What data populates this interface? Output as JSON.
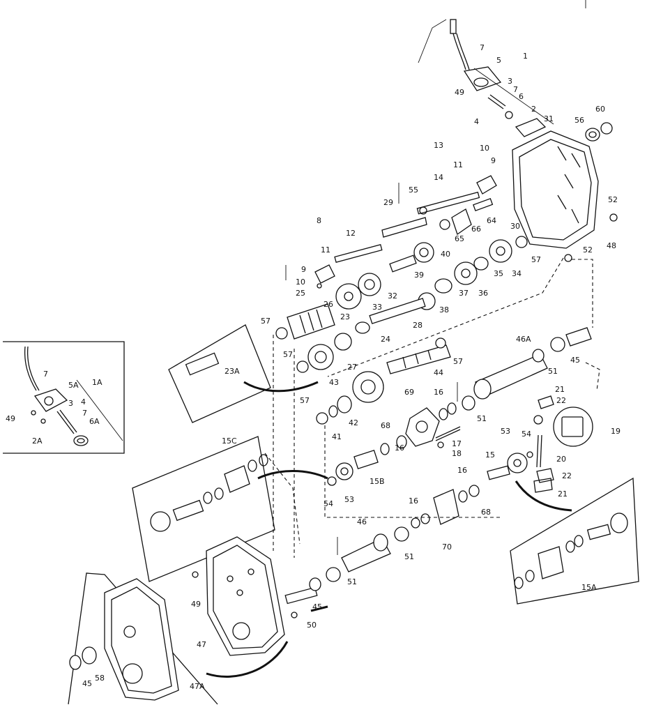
{
  "callouts": [
    {
      "id": "7",
      "label": "7"
    },
    {
      "id": "1",
      "label": "1"
    },
    {
      "id": "5",
      "label": "5"
    },
    {
      "id": "49a",
      "label": "49"
    },
    {
      "id": "3",
      "label": "3"
    },
    {
      "id": "7b",
      "label": "7"
    },
    {
      "id": "6",
      "label": "6"
    },
    {
      "id": "4",
      "label": "4"
    },
    {
      "id": "2",
      "label": "2"
    },
    {
      "id": "31",
      "label": "31"
    },
    {
      "id": "56",
      "label": "56"
    },
    {
      "id": "60",
      "label": "60"
    },
    {
      "id": "13",
      "label": "13"
    },
    {
      "id": "10a",
      "label": "10"
    },
    {
      "id": "9a",
      "label": "9"
    },
    {
      "id": "11a",
      "label": "11"
    },
    {
      "id": "14",
      "label": "14"
    },
    {
      "id": "55",
      "label": "55"
    },
    {
      "id": "29",
      "label": "29"
    },
    {
      "id": "64",
      "label": "64"
    },
    {
      "id": "66",
      "label": "66"
    },
    {
      "id": "65",
      "label": "65"
    },
    {
      "id": "30",
      "label": "30"
    },
    {
      "id": "52a",
      "label": "52"
    },
    {
      "id": "48",
      "label": "48"
    },
    {
      "id": "52b",
      "label": "52"
    },
    {
      "id": "8",
      "label": "8"
    },
    {
      "id": "12",
      "label": "12"
    },
    {
      "id": "40",
      "label": "40"
    },
    {
      "id": "11b",
      "label": "11"
    },
    {
      "id": "57a",
      "label": "57"
    },
    {
      "id": "9b",
      "label": "9"
    },
    {
      "id": "10b",
      "label": "10"
    },
    {
      "id": "39",
      "label": "39"
    },
    {
      "id": "35",
      "label": "35"
    },
    {
      "id": "34",
      "label": "34"
    },
    {
      "id": "25",
      "label": "25"
    },
    {
      "id": "32",
      "label": "32"
    },
    {
      "id": "37",
      "label": "37"
    },
    {
      "id": "36",
      "label": "36"
    },
    {
      "id": "26",
      "label": "26"
    },
    {
      "id": "33",
      "label": "33"
    },
    {
      "id": "38",
      "label": "38"
    },
    {
      "id": "57b",
      "label": "57"
    },
    {
      "id": "23",
      "label": "23"
    },
    {
      "id": "28",
      "label": "28"
    },
    {
      "id": "24",
      "label": "24"
    },
    {
      "id": "46A",
      "label": "46A"
    },
    {
      "id": "57c",
      "label": "57"
    },
    {
      "id": "57d",
      "label": "57"
    },
    {
      "id": "23A",
      "label": "23A"
    },
    {
      "id": "27",
      "label": "27"
    },
    {
      "id": "44",
      "label": "44"
    },
    {
      "id": "51a",
      "label": "51"
    },
    {
      "id": "45a",
      "label": "45"
    },
    {
      "id": "43",
      "label": "43"
    },
    {
      "id": "21a",
      "label": "21"
    },
    {
      "id": "22a",
      "label": "22"
    },
    {
      "id": "16a",
      "label": "16"
    },
    {
      "id": "69",
      "label": "69"
    },
    {
      "id": "57e",
      "label": "57"
    },
    {
      "id": "42",
      "label": "42"
    },
    {
      "id": "41",
      "label": "41"
    },
    {
      "id": "51b",
      "label": "51"
    },
    {
      "id": "19",
      "label": "19"
    },
    {
      "id": "68a",
      "label": "68"
    },
    {
      "id": "17",
      "label": "17"
    },
    {
      "id": "53a",
      "label": "53"
    },
    {
      "id": "54a",
      "label": "54"
    },
    {
      "id": "15C",
      "label": "15C"
    },
    {
      "id": "16b",
      "label": "16"
    },
    {
      "id": "18",
      "label": "18"
    },
    {
      "id": "20",
      "label": "20"
    },
    {
      "id": "15",
      "label": "15"
    },
    {
      "id": "15B",
      "label": "15B"
    },
    {
      "id": "22b",
      "label": "22"
    },
    {
      "id": "54b",
      "label": "54"
    },
    {
      "id": "53b",
      "label": "53"
    },
    {
      "id": "21b",
      "label": "21"
    },
    {
      "id": "16c",
      "label": "16"
    },
    {
      "id": "68b",
      "label": "68"
    },
    {
      "id": "16d",
      "label": "16"
    },
    {
      "id": "46",
      "label": "46"
    },
    {
      "id": "70",
      "label": "70"
    },
    {
      "id": "51c",
      "label": "51"
    },
    {
      "id": "51d",
      "label": "51"
    },
    {
      "id": "15A",
      "label": "15A"
    },
    {
      "id": "49b",
      "label": "49"
    },
    {
      "id": "45b",
      "label": "45"
    },
    {
      "id": "47",
      "label": "47"
    },
    {
      "id": "50",
      "label": "50"
    },
    {
      "id": "45c",
      "label": "45"
    },
    {
      "id": "58",
      "label": "58"
    },
    {
      "id": "47A",
      "label": "47A"
    }
  ],
  "inset_callouts": [
    {
      "id": "i7",
      "label": "7"
    },
    {
      "id": "i5A",
      "label": "5A"
    },
    {
      "id": "i1A",
      "label": "1A"
    },
    {
      "id": "i49",
      "label": "49"
    },
    {
      "id": "i3",
      "label": "3"
    },
    {
      "id": "i4",
      "label": "4"
    },
    {
      "id": "i7b",
      "label": "7"
    },
    {
      "id": "i2A",
      "label": "2A"
    },
    {
      "id": "i6A",
      "label": "6A"
    }
  ]
}
